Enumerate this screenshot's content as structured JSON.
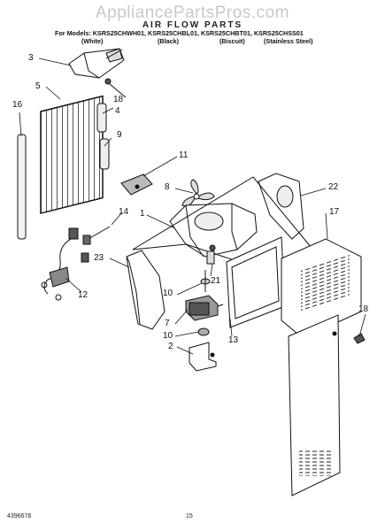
{
  "watermark": "AppliancePartsPros.com",
  "title": "AIR FLOW PARTS",
  "models_line": "For Models: KSRS25CHWH01, KSRS25CHBL01, KSRS25CHBT01, KSRS25CHSS01",
  "variants": [
    "(White)",
    "(Black)",
    "(Biscuit)",
    "(Stainless Steel)"
  ],
  "callouts": [
    "3",
    "18",
    "5",
    "4",
    "16",
    "9",
    "11",
    "8",
    "22",
    "14",
    "17",
    "1",
    "23",
    "21",
    "10",
    "12",
    "7",
    "10",
    "18",
    "2",
    "13"
  ],
  "footer": {
    "doc_number": "4396678",
    "page_number": "15"
  }
}
